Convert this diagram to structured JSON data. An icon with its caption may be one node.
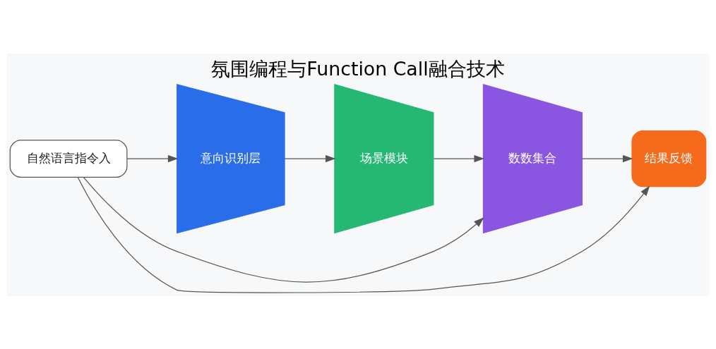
{
  "diagram": {
    "title": "氛围编程与Function Call融合技术",
    "nodes": [
      {
        "text": [
          "自然语言指令入"
        ]
      },
      {
        "text": [
          "意向识别层"
        ]
      },
      {
        "text": [
          "场景模块"
        ]
      },
      {
        "text": [
          "数数集合"
        ]
      },
      {
        "text": [
          "结果反馈"
        ]
      }
    ],
    "edges": [
      {
        "from": 0,
        "to": 1,
        "arrow": "to"
      },
      {
        "from": 1,
        "to": 2,
        "arrow": "to"
      },
      {
        "from": 2,
        "to": 3,
        "arrow": "to"
      },
      {
        "from": 3,
        "to": 4,
        "arrow": "to"
      },
      {
        "from": 0,
        "to": 4,
        "arrow": "to"
      },
      {
        "from": 0,
        "to": 3,
        "arrow": "to"
      }
    ]
  }
}
